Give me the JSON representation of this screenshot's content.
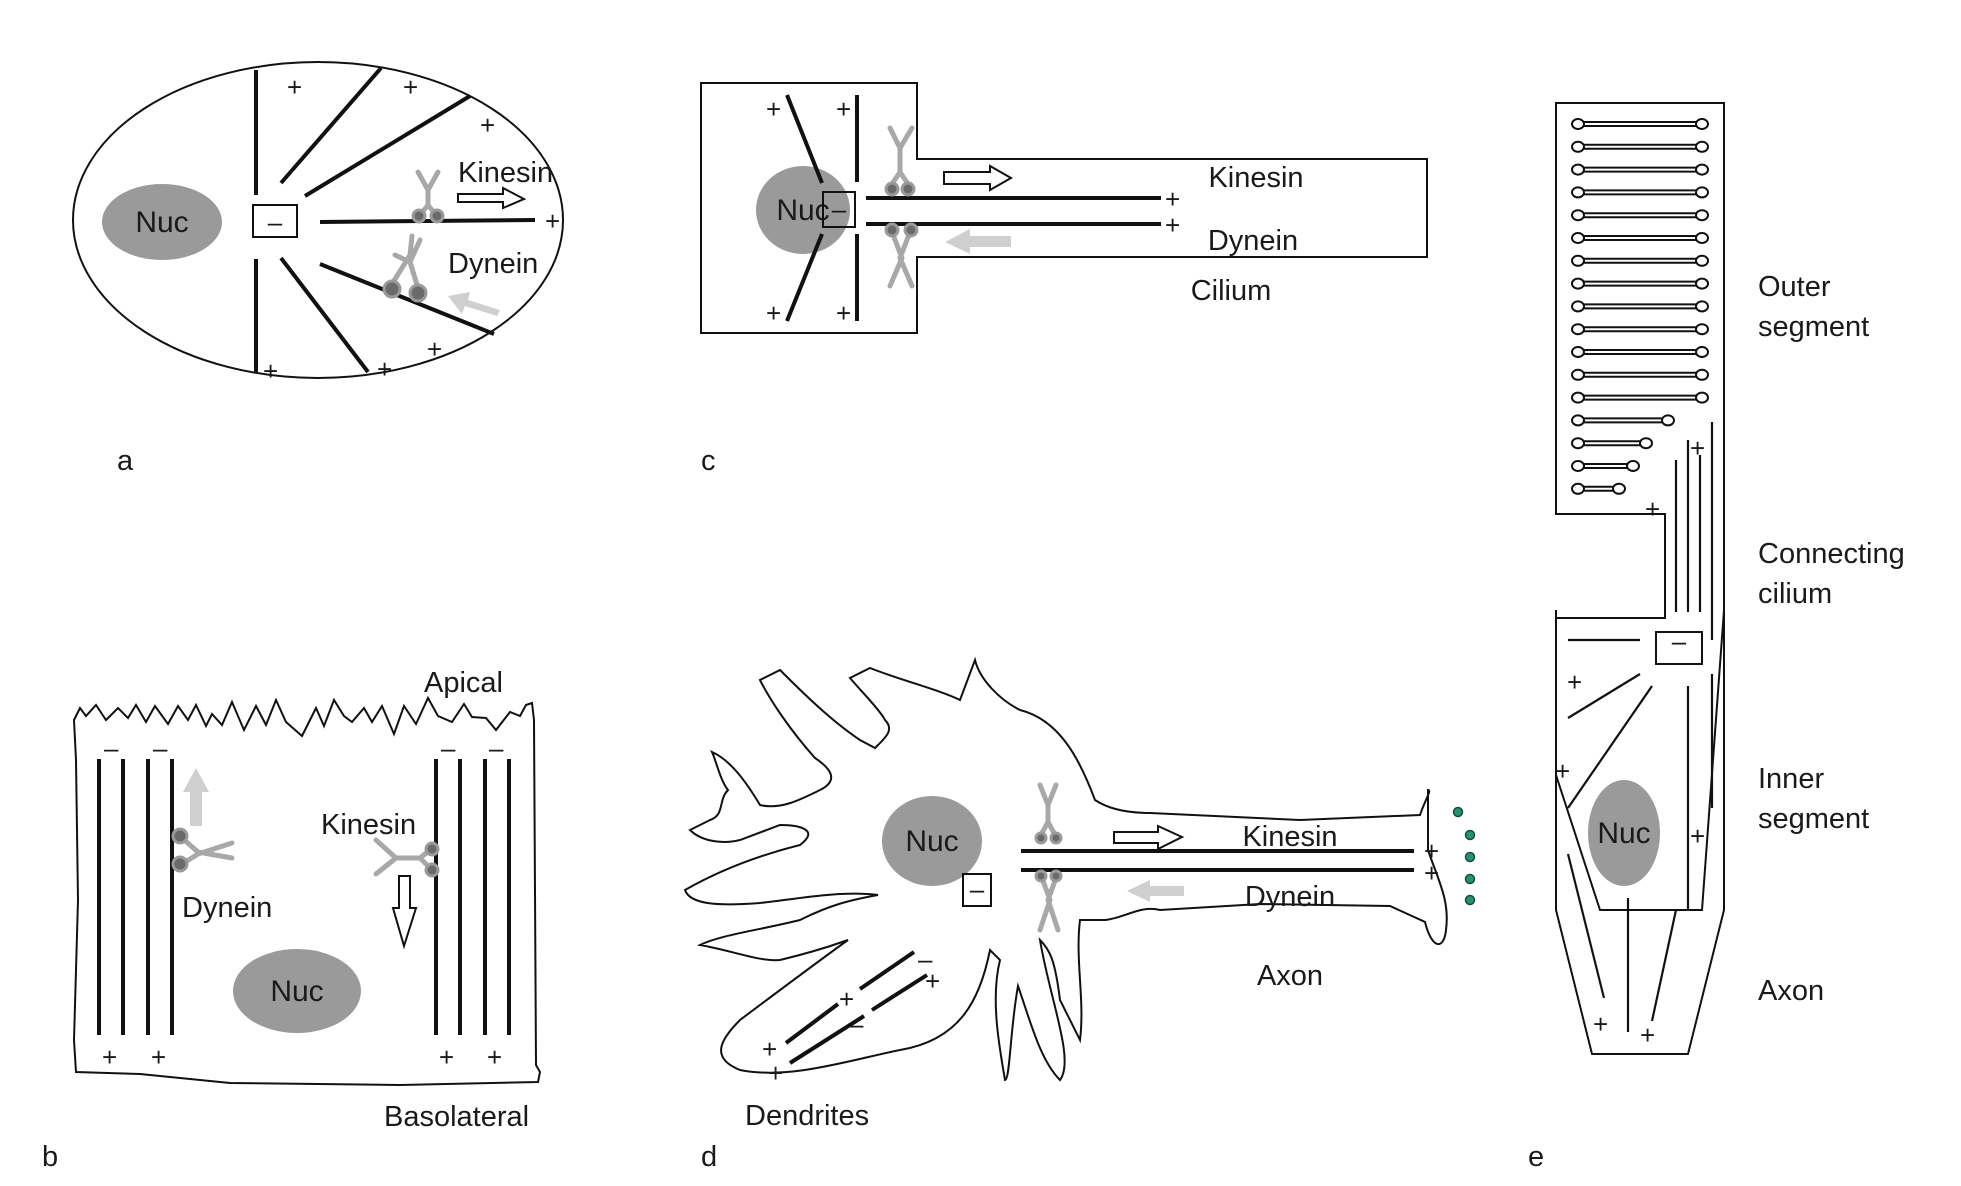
{
  "figure": {
    "panels": [
      {
        "id": "a",
        "letter": "a",
        "description": "Round cell with radial microtubule array",
        "labels": {
          "nucleus": "Nuc",
          "centrosome": "–",
          "kinesin": "Kinesin",
          "dynein": "Dynein"
        },
        "plus_sign": "+"
      },
      {
        "id": "b",
        "letter": "b",
        "description": "Polarized epithelial cell",
        "labels": {
          "apical": "Apical",
          "basolateral": "Basolateral",
          "nucleus": "Nuc",
          "kinesin": "Kinesin",
          "dynein": "Dynein"
        },
        "minus_sign": "–",
        "plus_sign": "+"
      },
      {
        "id": "c",
        "letter": "c",
        "description": "Ciliated cell",
        "labels": {
          "nucleus": "Nuc",
          "centrosome": "–",
          "kinesin": "Kinesin",
          "dynein": "Dynein",
          "cilium": "Cilium"
        },
        "plus_sign": "+"
      },
      {
        "id": "d",
        "letter": "d",
        "description": "Neuron",
        "labels": {
          "nucleus": "Nuc",
          "centrosome": "–",
          "kinesin": "Kinesin",
          "dynein": "Dynein",
          "axon": "Axon",
          "dendrites": "Dendrites"
        },
        "minus_sign": "–",
        "plus_sign": "+"
      },
      {
        "id": "e",
        "letter": "e",
        "description": "Photoreceptor cell",
        "labels": {
          "outer_segment_1": "Outer",
          "outer_segment_2": "segment",
          "connecting_cilium_1": "Connecting",
          "connecting_cilium_2": "cilium",
          "inner_segment_1": "Inner",
          "inner_segment_2": "segment",
          "axon": "Axon",
          "nucleus": "Nuc",
          "centrosome": "–"
        },
        "plus_sign": "+",
        "disc_count": 17
      }
    ],
    "colors": {
      "nucleus": "#9a9a9a",
      "dynein_arrow": "#cfcfcf",
      "vesicle": "#2a8f73",
      "motor": "#a8a8a8"
    }
  }
}
